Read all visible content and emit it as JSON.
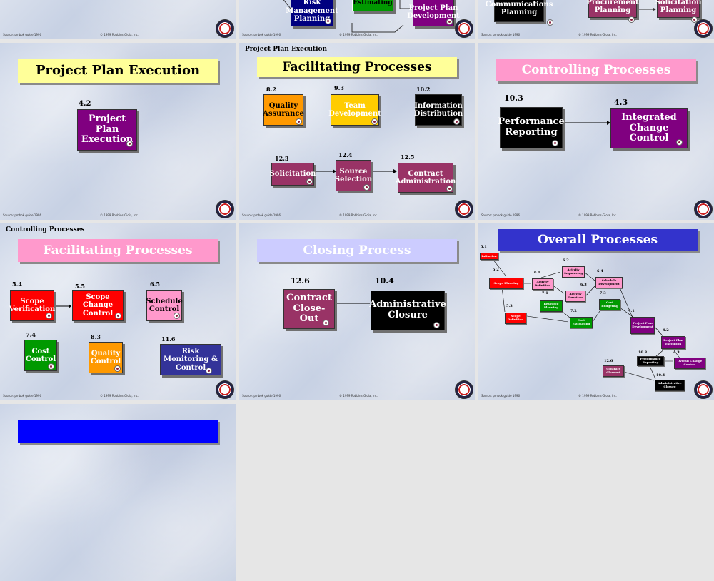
{
  "footer": {
    "source": "Source: pmbok guide 1996",
    "copyright": "© 1999 Robbins-Gioia, Inc."
  },
  "colors": {
    "yellow": "#ffff99",
    "pink": "#ff99cc",
    "lavender": "#ccccff",
    "blue": "#3333cc",
    "purple": "#800080",
    "maroon": "#993366",
    "black": "#000000",
    "red": "#ff0000",
    "green": "#009900",
    "orange": "#ff9900",
    "gold": "#ffcc00",
    "navy": "#000080"
  },
  "slide1": {
    "box_label": "Risk Management Planning"
  },
  "slide2": {
    "box1": "Estimating",
    "box2": "Project Plan Development"
  },
  "slide3": {
    "box1": "Communications Planning",
    "box2": "Procurement Planning",
    "box3": "Solicitation Planning"
  },
  "slide4": {
    "title": "Project Plan Execution",
    "num": "4.2",
    "box": "Project Plan Execution"
  },
  "slide5": {
    "caption": "Project Plan Execution",
    "title": "Facilitating Processes",
    "items": [
      {
        "num": "8.2",
        "label": "Quality Assurance"
      },
      {
        "num": "9.3",
        "label": "Team Development"
      },
      {
        "num": "10.2",
        "label": "Information Distribution"
      },
      {
        "num": "12.3",
        "label": "Solicitation"
      },
      {
        "num": "12.4",
        "label": "Source Selection"
      },
      {
        "num": "12.5",
        "label": "Contract Administration"
      }
    ]
  },
  "slide6": {
    "title": "Controlling Processes",
    "items": [
      {
        "num": "10.3",
        "label": "Performance Reporting"
      },
      {
        "num": "4.3",
        "label": "Integrated Change Control"
      }
    ]
  },
  "slide7": {
    "caption": "Controlling Processes",
    "title": "Facilitating Processes",
    "items": [
      {
        "num": "5.4",
        "label": "Scope Verification"
      },
      {
        "num": "5.5",
        "label": "Scope Change Control"
      },
      {
        "num": "6.5",
        "label": "Schedule Control"
      },
      {
        "num": "7.4",
        "label": "Cost Control"
      },
      {
        "num": "8.3",
        "label": "Quality Control"
      },
      {
        "num": "11.6",
        "label": "Risk Monitoring & Control"
      }
    ]
  },
  "slide8": {
    "title": "Closing Process",
    "items": [
      {
        "num": "12.6",
        "label": "Contract Close-Out"
      },
      {
        "num": "10.4",
        "label": "Administrative Closure"
      }
    ]
  },
  "slide9": {
    "title": "Overall Processes",
    "items": [
      {
        "num": "5.1",
        "label": "Initiation"
      },
      {
        "num": "5.2",
        "label": "Scope Planning"
      },
      {
        "num": "5.3",
        "label": "Scope Definition"
      },
      {
        "num": "6.1",
        "label": "Activity Definition"
      },
      {
        "num": "6.2",
        "label": "Activity Sequencing"
      },
      {
        "num": "6.3",
        "label": "Activity Duration"
      },
      {
        "num": "6.4",
        "label": "Schedule Development"
      },
      {
        "num": "7.1",
        "label": "Resource Planning"
      },
      {
        "num": "7.2",
        "label": "Cost Estimating"
      },
      {
        "num": "7.3",
        "label": "Cost Budgeting"
      },
      {
        "num": "4.1",
        "label": "Project Plan Development"
      },
      {
        "num": "4.2",
        "label": "Project Plan Execution"
      },
      {
        "num": "10.3",
        "label": "Performance Reporting"
      },
      {
        "num": "4.3",
        "label": "Overall Change Control"
      },
      {
        "num": "12.6",
        "label": "Contract Closeout"
      },
      {
        "num": "10.4",
        "label": "Administrative Closure"
      }
    ]
  }
}
